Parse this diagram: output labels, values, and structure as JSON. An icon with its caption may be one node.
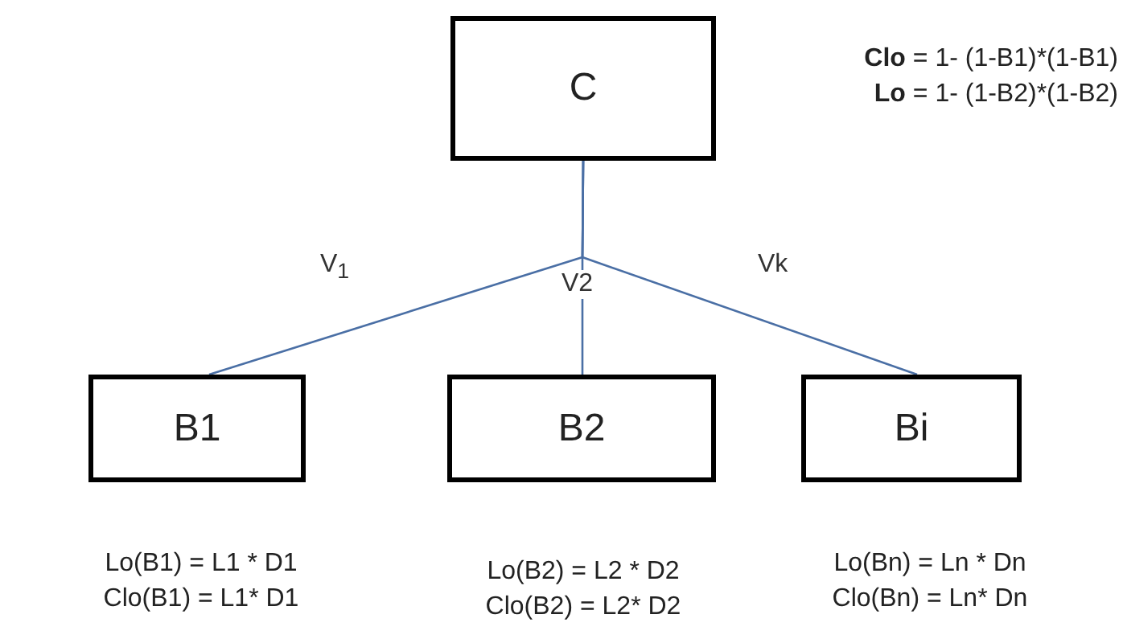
{
  "diagram": {
    "nodes": [
      {
        "text": [
          "C"
        ],
        "beside": [
          "**Clo** = 1- (1-B1)*(1-B1)",
          "**Lo** = 1- (1-B2)*(1-B2)"
        ]
      },
      {
        "text": [
          "B1"
        ],
        "beside": [
          "Lo(B1)  = L1 * D1",
          "Clo(B1) = L1* D1"
        ]
      },
      {
        "text": [
          "B2"
        ],
        "beside": [
          "Lo(B2) =  L2 * D2",
          "Clo(B2) = L2* D2"
        ]
      },
      {
        "text": [
          "Bi"
        ],
        "beside": [
          "Lo(Bn) =  Ln * Dn",
          "Clo(Bn) = Ln* Dn"
        ]
      }
    ],
    "edges": [
      {
        "from": 0,
        "to": 1,
        "arrow": "none",
        "label": "V$_{1}$",
        "color": "#4a6fa5"
      },
      {
        "from": 0,
        "to": 2,
        "arrow": "none",
        "label": "V2",
        "color": "#4a6fa5"
      },
      {
        "from": 0,
        "to": 3,
        "arrow": "none",
        "label": "Vk",
        "color": "#4a6fa5"
      }
    ]
  }
}
